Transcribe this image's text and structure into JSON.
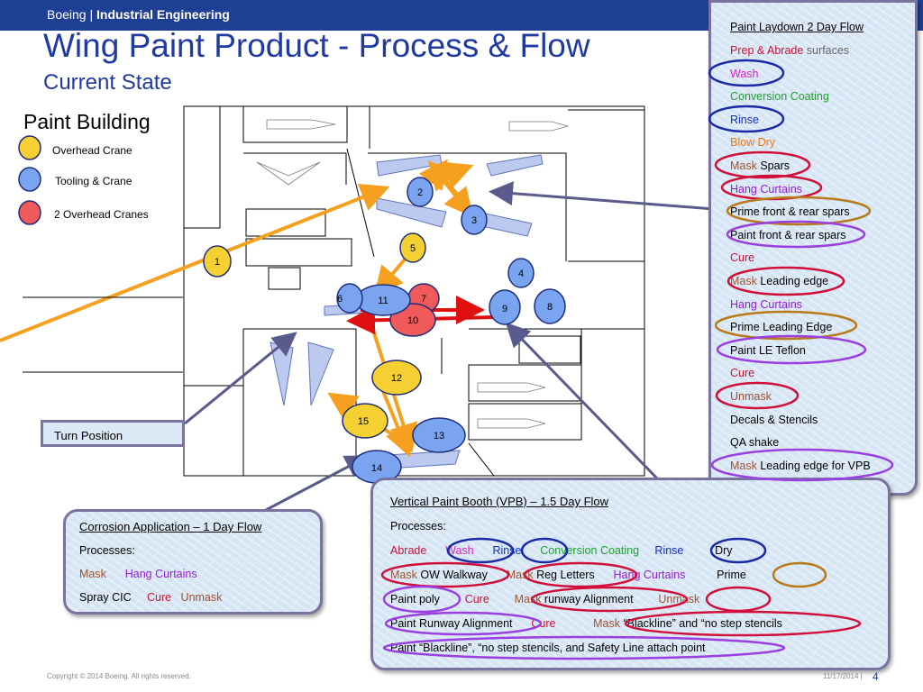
{
  "header": {
    "brand": "Boeing |",
    "brand_bold": "Industrial Engineering"
  },
  "title": "Wing Paint Product - Process & Flow",
  "subtitle": "Current State",
  "building_label": "Paint Building",
  "legend": [
    {
      "label": "Overhead Crane",
      "color": "#f5d032"
    },
    {
      "label": "Tooling & Crane",
      "color": "#7aa3f0"
    },
    {
      "label": "2 Overhead Cranes",
      "color": "#f05a5a"
    }
  ],
  "stations": [
    {
      "num": "1",
      "color": "#f5d032"
    },
    {
      "num": "2",
      "color": "#7aa3f0"
    },
    {
      "num": "3",
      "color": "#7aa3f0"
    },
    {
      "num": "4",
      "color": "#7aa3f0"
    },
    {
      "num": "5",
      "color": "#f5d032"
    },
    {
      "num": "6",
      "color": "#7aa3f0"
    },
    {
      "num": "7",
      "color": "#f05a5a"
    },
    {
      "num": "8",
      "color": "#7aa3f0"
    },
    {
      "num": "9",
      "color": "#7aa3f0"
    },
    {
      "num": "10",
      "color": "#f05a5a"
    },
    {
      "num": "11",
      "color": "#7aa3f0"
    },
    {
      "num": "12",
      "color": "#f5d032"
    },
    {
      "num": "13",
      "color": "#7aa3f0"
    },
    {
      "num": "14",
      "color": "#7aa3f0"
    },
    {
      "num": "15",
      "color": "#f5d032"
    }
  ],
  "turn_position": "Turn Position",
  "laydown": {
    "title": "Paint Laydown 2 Day Flow",
    "items": [
      {
        "parts": [
          {
            "t": "Prep & Abrade",
            "c": "red"
          },
          {
            "t": " surfaces",
            "c": "gray"
          }
        ]
      },
      {
        "parts": [
          {
            "t": "Wash",
            "c": "mag"
          }
        ]
      },
      {
        "parts": [
          {
            "t": "Conversion Coating",
            "c": "grn"
          }
        ]
      },
      {
        "parts": [
          {
            "t": "Rinse",
            "c": "blu"
          }
        ]
      },
      {
        "parts": [
          {
            "t": "Blow Dry",
            "c": "orn"
          }
        ]
      },
      {
        "parts": [
          {
            "t": "Mask",
            "c": "brn"
          },
          {
            "t": " Spars",
            "c": "blk"
          }
        ]
      },
      {
        "parts": [
          {
            "t": "Hang Curtains",
            "c": "pur"
          }
        ]
      },
      {
        "parts": [
          {
            "t": "Prime front & rear spars",
            "c": "blk"
          }
        ]
      },
      {
        "parts": [
          {
            "t": "Paint front & rear spars",
            "c": "blk"
          }
        ]
      },
      {
        "parts": [
          {
            "t": "Cure",
            "c": "red"
          }
        ]
      },
      {
        "parts": [
          {
            "t": "Mask",
            "c": "brn"
          },
          {
            "t": " Leading edge",
            "c": "blk"
          }
        ]
      },
      {
        "parts": [
          {
            "t": "Hang Curtains",
            "c": "pur"
          }
        ]
      },
      {
        "parts": [
          {
            "t": "Prime Leading Edge",
            "c": "blk"
          }
        ]
      },
      {
        "parts": [
          {
            "t": "Paint LE Teflon",
            "c": "blk"
          }
        ]
      },
      {
        "parts": [
          {
            "t": "Cure",
            "c": "red"
          }
        ]
      },
      {
        "parts": [
          {
            "t": "Unmask",
            "c": "brn"
          }
        ]
      },
      {
        "parts": [
          {
            "t": "Decals & Stencils",
            "c": "blk"
          }
        ]
      },
      {
        "parts": [
          {
            "t": "QA shake",
            "c": "blk"
          }
        ]
      },
      {
        "parts": [
          {
            "t": "Mask",
            "c": "brn"
          },
          {
            "t": " Leading edge for VPB",
            "c": "blk"
          }
        ]
      }
    ]
  },
  "corrosion": {
    "title": "Corrosion Application – 1 Day Flow",
    "processes": "Processes:",
    "line1": [
      {
        "t": "Mask",
        "c": "brn"
      },
      {
        "t": "      Hang Curtains",
        "c": "pur"
      }
    ],
    "line2": [
      {
        "t": "Spray CIC     ",
        "c": "blk"
      },
      {
        "t": "Cure",
        "c": "red"
      },
      {
        "t": "   Unmask",
        "c": "brn"
      }
    ]
  },
  "vpb": {
    "title": "Vertical Paint Booth (VPB) – 1.5 Day Flow",
    "processes": "Processes:",
    "lines": [
      [
        {
          "t": "Abrade",
          "c": "red"
        },
        {
          "t": "      Wash",
          "c": "mag"
        },
        {
          "t": "      Rinse",
          "c": "blu"
        },
        {
          "t": "      Conversion Coating",
          "c": "grn"
        },
        {
          "t": "     Rinse",
          "c": "blu"
        },
        {
          "t": "          Dry",
          "c": "blk"
        }
      ],
      [
        {
          "t": "Mask",
          "c": "brn"
        },
        {
          "t": " OW Walkway",
          "c": "blk"
        },
        {
          "t": "      Mask",
          "c": "brn"
        },
        {
          "t": " Reg Letters",
          "c": "blk"
        },
        {
          "t": "      Hang Curtains",
          "c": "pur"
        },
        {
          "t": "          Prime",
          "c": "blk"
        }
      ],
      [
        {
          "t": "Paint poly",
          "c": "blk"
        },
        {
          "t": "        Cure",
          "c": "red"
        },
        {
          "t": "        Mask",
          "c": "brn"
        },
        {
          "t": " runway Alignment",
          "c": "blk"
        },
        {
          "t": "        Unmask",
          "c": "brn"
        }
      ],
      [
        {
          "t": "Paint Runway Alignment",
          "c": "blk"
        },
        {
          "t": "      Cure",
          "c": "red"
        },
        {
          "t": "            Mask",
          "c": "brn"
        },
        {
          "t": " “Blackline” and “no step stencils",
          "c": "blk"
        }
      ],
      [
        {
          "t": "Paint “Blackline”, “no step stencils, and Safety Line attach point",
          "c": "blk"
        }
      ]
    ]
  },
  "footer": {
    "copyright": "Copyright © 2014 Boeing. All rights reserved.",
    "date": "11/17/2014 |",
    "page": "4"
  }
}
